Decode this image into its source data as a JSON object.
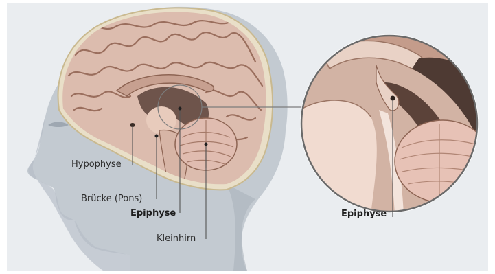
{
  "labels": {
    "hypophyse": "Hypophyse",
    "bruecke": "Brücke (Pons)",
    "epiphyse_main": "Epiphyse",
    "kleinhirn": "Kleinhirn",
    "epiphyse_zoom": "Epiphyse"
  },
  "colors": {
    "background": "#ffffff",
    "panel": "#eaedf0",
    "head_skin": "#c3cad1",
    "head_shadow": "#aab2bb",
    "skull": "#e9dfc8",
    "brain_tissue": "#dcbcae",
    "brain_gyri_line": "#9a6e5d",
    "cerebellum": "#e0bcb0",
    "dark_tissue": "#4e3a33",
    "leader_line": "#555555"
  },
  "icons": {
    "zoom_connector": "magnifier-connector-line"
  }
}
